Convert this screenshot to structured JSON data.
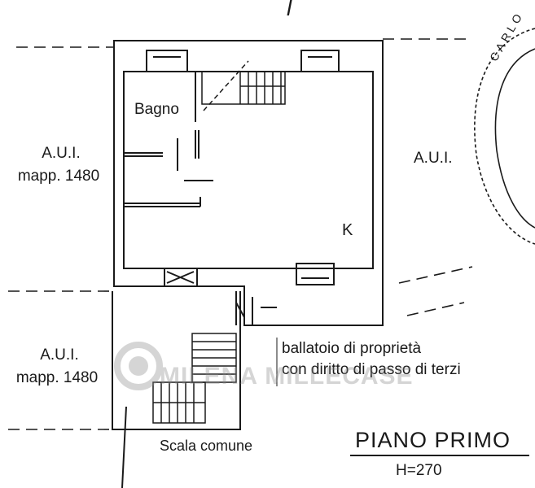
{
  "labels": {
    "aui_top_left": "A.U.I.",
    "mapp_top_left": "mapp. 1480",
    "aui_right": "A.U.I.",
    "aui_bottom_left": "A.U.I.",
    "mapp_bottom_left": "mapp. 1480",
    "bagno": "Bagno",
    "kitchen": "K",
    "balcony_line1": "ballatoio di proprietà",
    "balcony_line2": "con diritto di passo di terzi",
    "stairs": "Scala comune",
    "floor_title": "PIANO PRIMO",
    "height": "H=270",
    "top_mark": "l"
  },
  "stamp": {
    "letters": "CARLO"
  },
  "watermark": {
    "brand": "MILENA MILLECASE"
  },
  "colors": {
    "ink": "#1a1a1a",
    "watermark": "#8a8a8a"
  }
}
